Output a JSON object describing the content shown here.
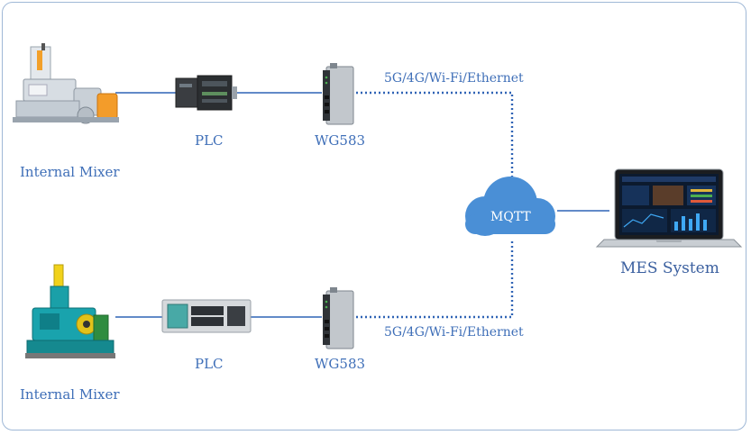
{
  "colors": {
    "frame": "#9fb8d6",
    "label": "#3f6fb8",
    "link": "#2f63b5",
    "cloud": "#4a8fd6"
  },
  "top_row": {
    "mixer_label": "Internal Mixer",
    "plc_label": "PLC",
    "gateway_label": "WG583",
    "network_label": "5G/4G/Wi-Fi/Ethernet"
  },
  "bottom_row": {
    "mixer_label": "Internal Mixer",
    "plc_label": "PLC",
    "gateway_label": "WG583",
    "network_label": "5G/4G/Wi-Fi/Ethernet"
  },
  "cloud": {
    "label": "MQTT"
  },
  "mes": {
    "label": "MES System"
  }
}
